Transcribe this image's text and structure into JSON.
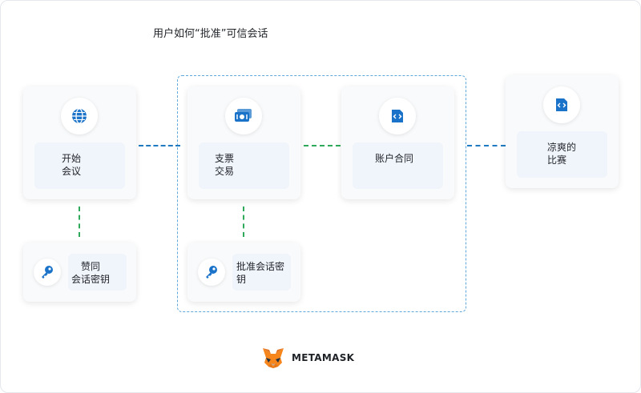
{
  "title": "用户如何“批准”可信会话",
  "colors": {
    "blue_connector": "#1f7ac1",
    "green_connector": "#2eaa5a",
    "dashed_border": "#5fa8d9",
    "icon_blue": "#1b73c9"
  },
  "nodes": {
    "start": {
      "label": "开始\n会议",
      "icon": "globe-icon"
    },
    "payment": {
      "label": "支票\n交易",
      "icon": "cash-icon"
    },
    "account": {
      "label": "账户合同",
      "icon": "code-file-icon"
    },
    "game": {
      "label": "凉爽的\n比赛",
      "icon": "code-file-icon"
    },
    "approve_key": {
      "label": "赞同\n会话密钥",
      "icon": "key-icon"
    },
    "batch_key": {
      "label": "批准会话密\n钥",
      "icon": "key-icon"
    }
  },
  "brand": {
    "name": "METAMASK",
    "icon": "fox-logo-icon"
  }
}
